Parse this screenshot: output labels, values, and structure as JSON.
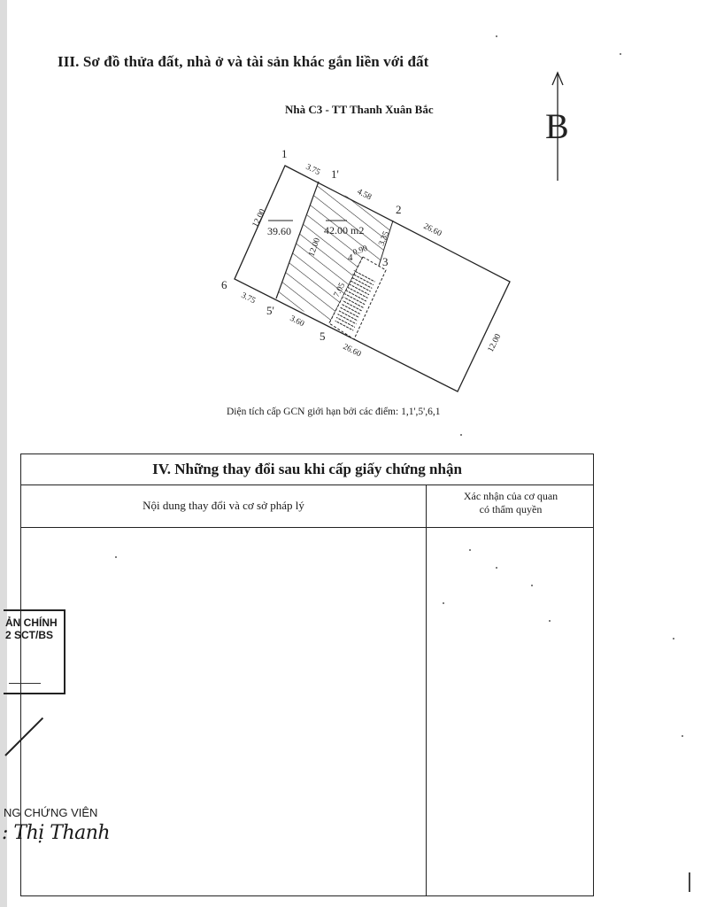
{
  "section_iii": {
    "title": "III. Sơ đồ thửa đất, nhà ở và tài sản khác gắn liền với đất",
    "diagram_title": "Nhà C3 - TT Thanh Xuân Bắc",
    "north_label": "B",
    "points": {
      "p1": "1",
      "p1prime": "1'",
      "p2": "2",
      "p3": "3",
      "p4": "4",
      "p5": "5",
      "p5prime": "5'",
      "p6": "6"
    },
    "dimensions": {
      "d_1_1prime": "3.75",
      "d_1prime_2": "4.58",
      "d_left_side": "12.00",
      "d_hatch_side": "12.00",
      "d_2_3": "3.35",
      "d_4_3": "0.90",
      "d_4_5": "7.05",
      "d_6_5prime": "3.75",
      "d_5prime_5": "3.60",
      "d_top_right": "26.60",
      "d_bottom_right": "26.60",
      "d_right_side": "12.00"
    },
    "area_left": "39.60",
    "area_hatched": "42.00 m2",
    "caption": "Diện tích cấp GCN giới hạn bởi các điểm: 1,1',5',6,1"
  },
  "section_iv": {
    "title": "IV. Những thay đổi sau khi cấp giấy chứng nhận",
    "col1_header": "Nội dung thay đổi và cơ sở pháp lý",
    "col2_header_line1": "Xác nhận của cơ quan",
    "col2_header_line2": "có thẩm quyền"
  },
  "stamp": {
    "line1": "ẢN CHÍNH",
    "line2": "2 SCT/BS"
  },
  "notary": {
    "role": "NG CHỨNG VIÊN",
    "name": ": Thị Thanh"
  }
}
